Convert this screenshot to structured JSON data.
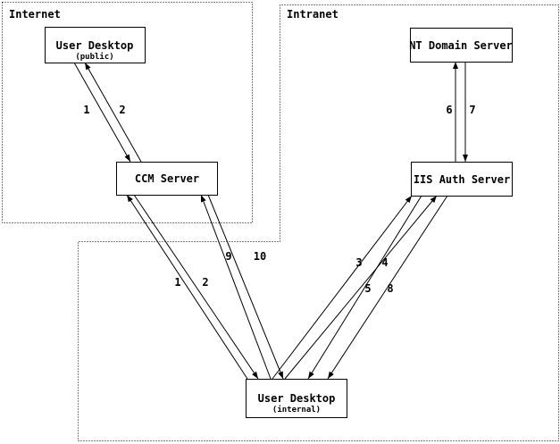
{
  "diagram": {
    "colors": {
      "background": "#ffffff",
      "stroke": "#000000"
    },
    "zones": [
      {
        "id": "internet",
        "label": "Internet"
      },
      {
        "id": "intranet",
        "label": "Intranet"
      }
    ],
    "nodes": [
      {
        "id": "user-desktop-public",
        "label": "User Desktop",
        "sublabel": "(public)"
      },
      {
        "id": "ccm-server",
        "label": "CCM Server",
        "sublabel": ""
      },
      {
        "id": "nt-domain-server",
        "label": "NT Domain Server",
        "sublabel": ""
      },
      {
        "id": "iis-auth-server",
        "label": "IIS Auth Server",
        "sublabel": ""
      },
      {
        "id": "user-desktop-internal",
        "label": "User Desktop",
        "sublabel": "(internal)"
      }
    ],
    "edges": [
      {
        "from": "user-desktop-public",
        "to": "ccm-server",
        "step": "1"
      },
      {
        "from": "ccm-server",
        "to": "user-desktop-public",
        "step": "2"
      },
      {
        "from": "user-desktop-internal",
        "to": "ccm-server",
        "step": "1"
      },
      {
        "from": "ccm-server",
        "to": "user-desktop-internal",
        "step": "2"
      },
      {
        "from": "user-desktop-internal",
        "to": "ccm-server",
        "step": "9"
      },
      {
        "from": "ccm-server",
        "to": "user-desktop-internal",
        "step": "10"
      },
      {
        "from": "user-desktop-internal",
        "to": "iis-auth-server",
        "step": "3"
      },
      {
        "from": "iis-auth-server",
        "to": "user-desktop-internal",
        "step": "4"
      },
      {
        "from": "user-desktop-internal",
        "to": "iis-auth-server",
        "step": "5"
      },
      {
        "from": "iis-auth-server",
        "to": "user-desktop-internal",
        "step": "8"
      },
      {
        "from": "iis-auth-server",
        "to": "nt-domain-server",
        "step": "6"
      },
      {
        "from": "nt-domain-server",
        "to": "iis-auth-server",
        "step": "7"
      }
    ]
  }
}
